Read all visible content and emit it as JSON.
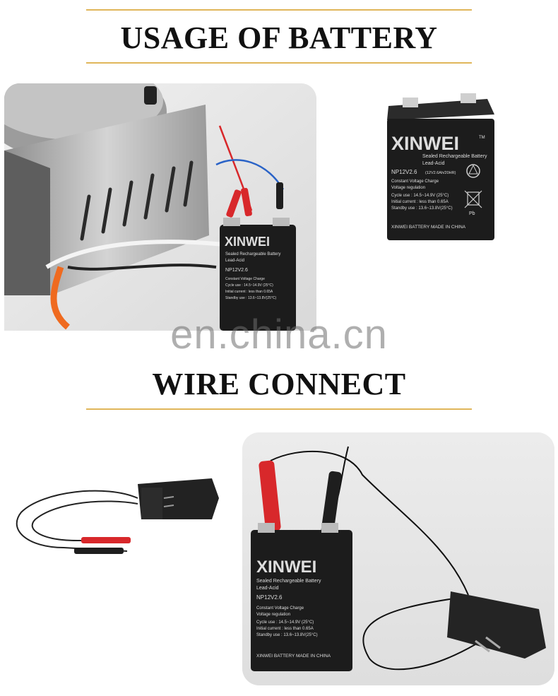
{
  "section_usage": {
    "title": "USAGE OF BATTERY"
  },
  "section_wire": {
    "title": "WIRE CONNECT"
  },
  "watermark": "en.china.cn",
  "battery": {
    "brand": "XINWEI",
    "tm": "TM",
    "line1": "Sealed Rechargeable Battery",
    "line2": "Lead-Acid",
    "model": "NP12V2.6",
    "rating": "(12V2.6Ah/20HR)",
    "spec1": "Constant Voltage Charge",
    "spec2": "Voltage regulation",
    "spec3": "Cycle use      : 14.5~14.9V (25°C)",
    "spec4": "Initial current : less than 0.65A",
    "spec5": "Standby use   : 13.6~13.8V(25°C)",
    "pb": "Pb",
    "footer": "XINWEI BATTERY  MADE IN CHINA"
  },
  "colors": {
    "gold": "#e0b65a",
    "battery": "#1c1c1c",
    "clip_red": "#d8282b"
  }
}
